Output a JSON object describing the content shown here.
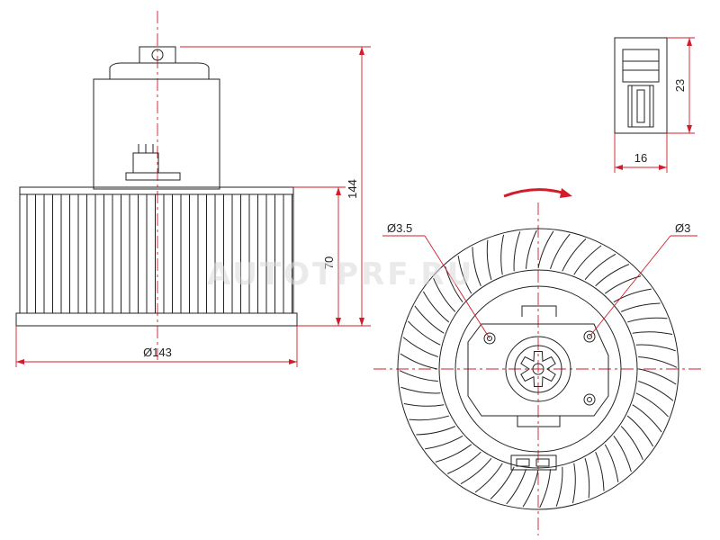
{
  "drawing": {
    "side_view": {
      "height_label": "144",
      "impeller_height_label": "70",
      "diameter_label": "Ø143"
    },
    "connector_view": {
      "height_label": "23",
      "width_label": "16"
    },
    "front_view": {
      "hole_left_label": "Ø3.5",
      "hole_right_label": "Ø3",
      "rotation": "clockwise"
    },
    "watermark": "AUTOTPRF.RU",
    "colors": {
      "outline": "#222222",
      "dimension": "#d11c2a",
      "watermark": "#d8d8d8"
    }
  }
}
